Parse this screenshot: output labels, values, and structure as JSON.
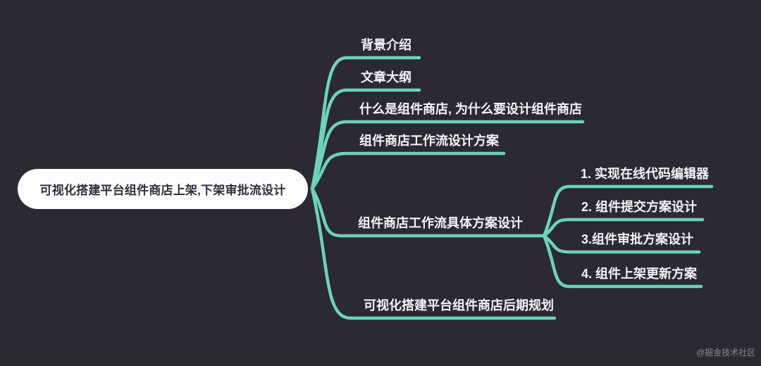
{
  "canvas": {
    "background_color": "#2c2934",
    "line_color": "#6bd4b8",
    "node_text_color": "#f4f3f6",
    "root_bg_color": "#fdfdfd",
    "root_text_color": "#33303e"
  },
  "root": {
    "label": "可视化搭建平台组件商店上架,下架审批流设计"
  },
  "branches": [
    {
      "label": "背景介绍"
    },
    {
      "label": "文章大纲"
    },
    {
      "label": "什么是组件商店, 为什么要设计组件商店"
    },
    {
      "label": "组件商店工作流设计方案"
    },
    {
      "label": "组件商店工作流具体方案设计",
      "children": [
        {
          "label": "1. 实现在线代码编辑器"
        },
        {
          "label": "2. 组件提交方案设计"
        },
        {
          "label": "3.组件审批方案设计"
        },
        {
          "label": "4. 组件上架更新方案"
        }
      ]
    },
    {
      "label": "可视化搭建平台组件商店后期规划"
    }
  ],
  "watermark": "@掘金技术社区"
}
